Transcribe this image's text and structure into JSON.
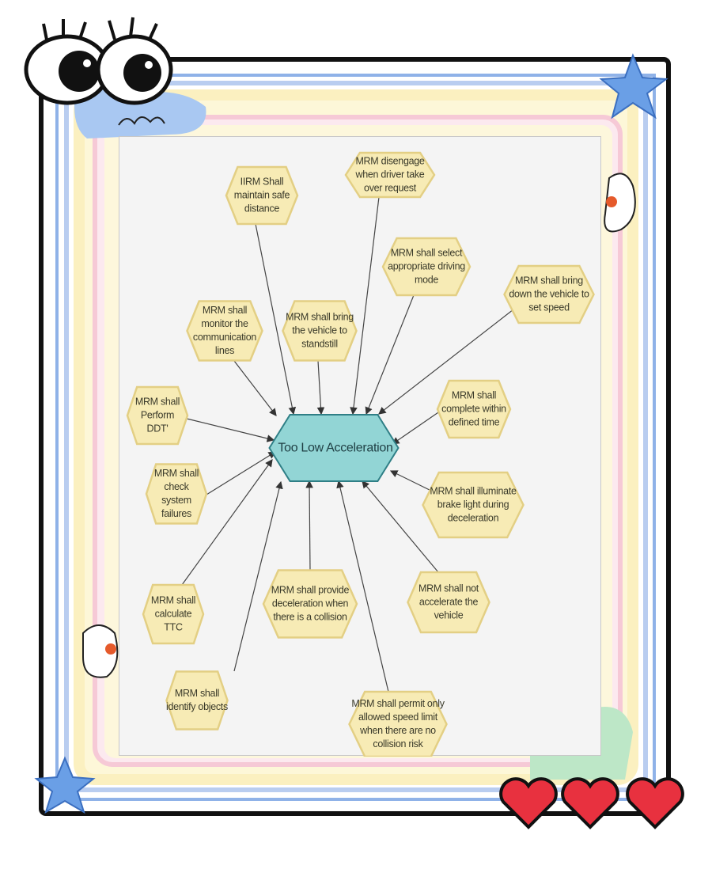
{
  "diagram": {
    "center": "Too Low Acceleration",
    "nodes": [
      "IIRM Shall maintain safe distance",
      "MRM disengage when driver take over request",
      "MRM shall select appropriate driving mode",
      "MRM shall bring down the vehicle to set speed",
      "MRM shall monitor the communication lines",
      "MRM shall bring the vehicle to standstill",
      "MRM shall Perform DDT'",
      "MRM shall complete within defined time",
      "MRM shall check system failures",
      "MRM shall illuminate brake light during deceleration",
      "MRM shall calculate TTC",
      "MRM shall provide deceleration when there is a collision",
      "MRM shall not accelerate the vehicle",
      "MRM shall identify objects",
      "MRM shall permit only allowed speed limit when there are no collision risk"
    ]
  },
  "colors": {
    "node_fill": "#f7ebb5",
    "node_stroke": "#e3cf84",
    "center_fill": "#92d5d5",
    "center_stroke": "#2f7f86",
    "frame": "#111111"
  }
}
